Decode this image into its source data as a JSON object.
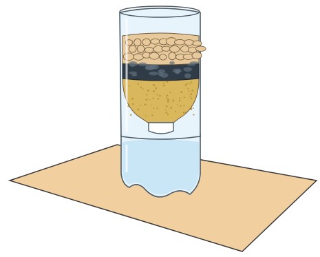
{
  "scene": {
    "subject": "bottle-water-filter",
    "palette": {
      "background": "#ffffff",
      "mat": "#f2cf9e",
      "mat_outline": "#3a3a3a",
      "bottle_glass": "#e8f4fb",
      "bottle_outline": "#4a5a66",
      "water": "#c9e6f6",
      "sand": "#d9b75c",
      "sand_dark": "#b8943a",
      "pebble": "#e7c99b",
      "pebble_outline": "#6e5a3e",
      "charcoal": "#2f3b47",
      "charcoal_light": "#5e6e7c"
    },
    "layers": [
      "pebbles",
      "charcoal",
      "sand"
    ]
  }
}
